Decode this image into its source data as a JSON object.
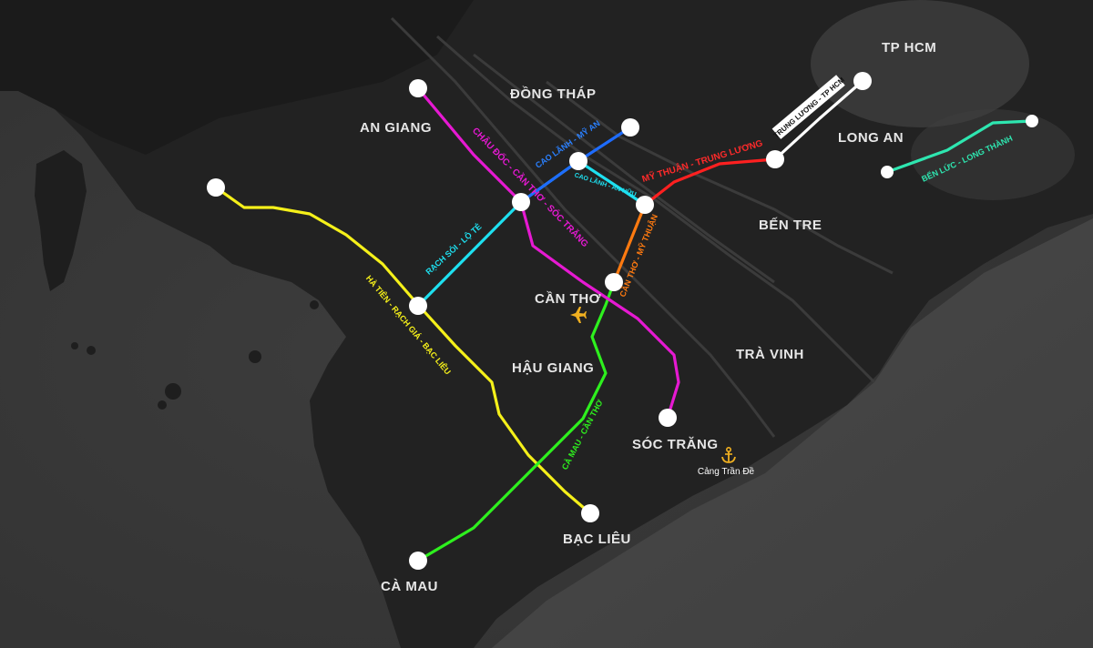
{
  "map": {
    "provinces": {
      "tp_hcm": "TP HCM",
      "dong_thap": "ĐỒNG THÁP",
      "an_giang": "AN GIANG",
      "long_an": "LONG AN",
      "ben_tre": "BẾN TRE",
      "can_tho": "CẦN THƠ",
      "hau_giang": "HẬU GIANG",
      "tra_vinh": "TRÀ VINH",
      "soc_trang": "SÓC TRĂNG",
      "bac_lieu": "BẠC LIÊU",
      "ca_mau": "CÀ MAU"
    },
    "routes": {
      "trung_luong_tphcm": {
        "label": "TRUNG LƯƠNG - TP HCM",
        "color": "#ffffff"
      },
      "my_thuan_trung_luong": {
        "label": "MỸ THUẬN - TRUNG LƯƠNG",
        "color": "#ff2020"
      },
      "ben_luc_long_thanh": {
        "label": "BẾN LỨC - LONG THÀNH",
        "color": "#2ee6b0"
      },
      "cao_lanh_my_an": {
        "label": "CAO LÃNH - MỸ AN",
        "color": "#1e6cff"
      },
      "cao_lanh_an_huu": {
        "label": "CAO LÃNH - AN HỮU",
        "color": "#1ee0f0"
      },
      "chau_doc_can_tho_soc_trang": {
        "label": "CHÂU ĐỐC - CẦN THƠ - SÓC TRĂNG",
        "color": "#e619d2"
      },
      "can_tho_my_thuan": {
        "label": "CẦN THƠ - MỸ THUẬN",
        "color": "#ff7a10"
      },
      "rach_soi_lo_te": {
        "label": "RẠCH SỎI - LỘ TẺ",
        "color": "#1ee0f0"
      },
      "ha_tien_rach_gia_bac_lieu": {
        "label": "HÀ TIÊN - RẠCH GIÁ - BẠC LIÊU",
        "color": "#f5f01a"
      },
      "ca_mau_can_tho": {
        "label": "CÀ MAU - CẦN THƠ",
        "color": "#2ef01e"
      }
    },
    "points_of_interest": {
      "port": {
        "label": "Cảng Trần Đề",
        "icon": "anchor-icon",
        "color": "#f0b020"
      },
      "airport": {
        "icon": "airplane-icon",
        "color": "#f0b020"
      }
    }
  }
}
